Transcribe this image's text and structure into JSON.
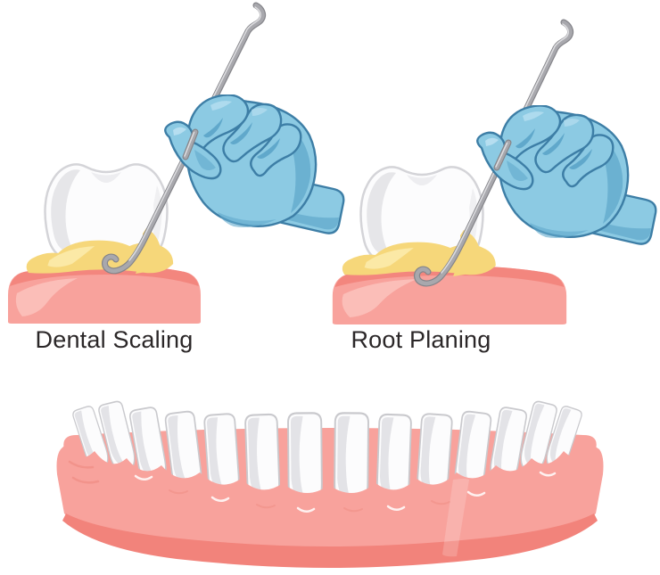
{
  "panels": [
    {
      "id": "dental-scaling",
      "label": "Dental Scaling"
    },
    {
      "id": "root-planing",
      "label": "Root Planing"
    }
  ],
  "jaw": {
    "teeth_count": 14
  },
  "colors": {
    "bg": "#ffffff",
    "label": "#2b2728",
    "glove": "#8ccae3",
    "glove-shade": "#60a8cb",
    "glove-dark": "#3d7ea6",
    "glove-light": "#b6def0",
    "gum": "#f8a29c",
    "gum-dark": "#f2837b",
    "gum-light": "#fbc3bd",
    "plaque": "#f6d77a",
    "plaque-light": "#fbe9a6",
    "tooth": "#fcfcfd",
    "tooth-shade": "#e3e3e7",
    "tooth-outline": "#d4d4d8",
    "metal": "#a8a8ad",
    "metal-dark": "#85858a",
    "metal-light": "#dcdcdf"
  }
}
